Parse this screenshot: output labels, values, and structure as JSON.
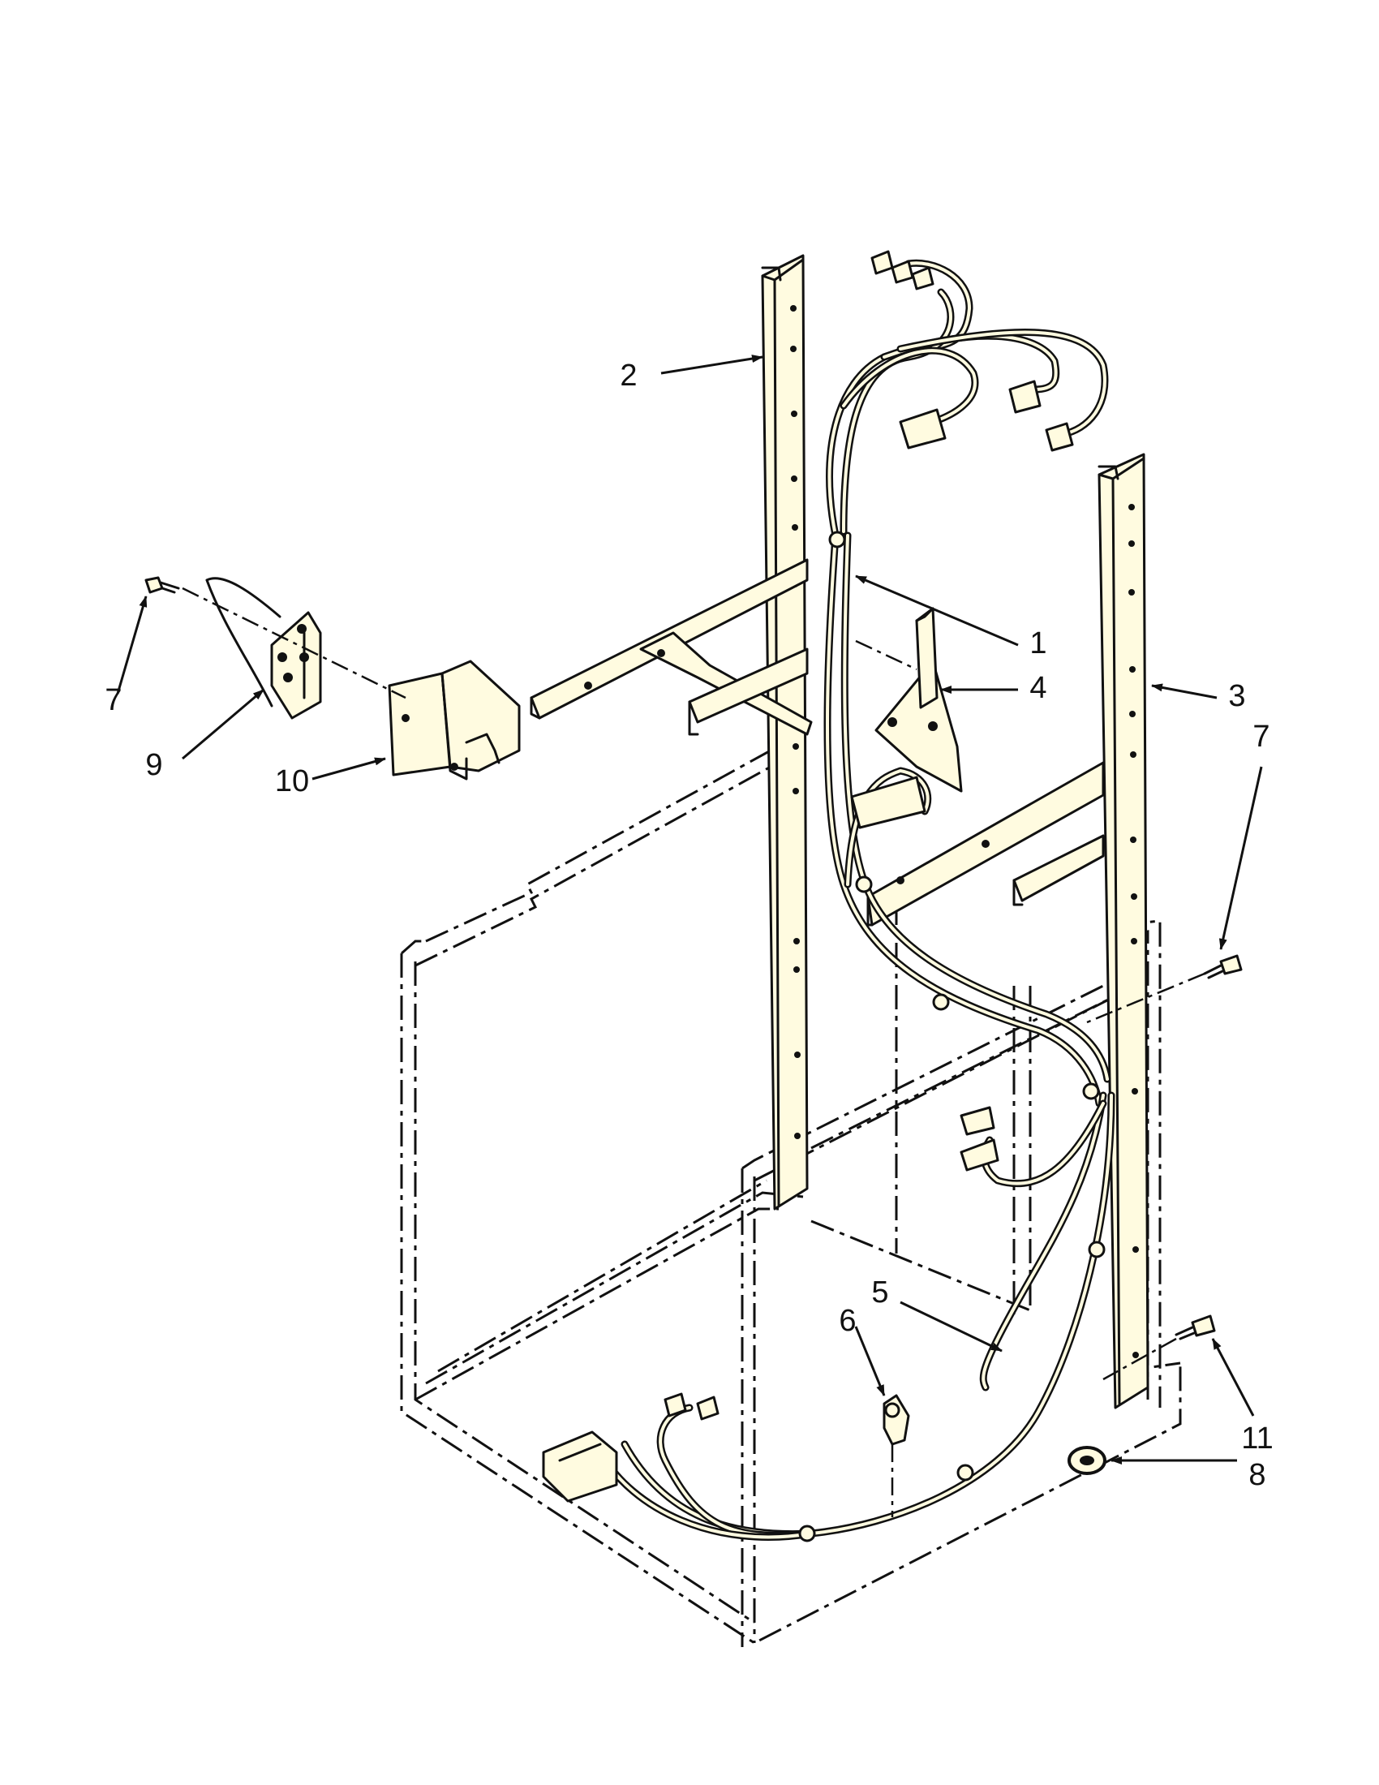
{
  "diagram": {
    "colors": {
      "ink": "#111111",
      "part_fill": "#fffbe0",
      "background": "#ffffff"
    },
    "callouts": [
      {
        "id": "c2",
        "label": "2"
      },
      {
        "id": "c1",
        "label": "1"
      },
      {
        "id": "c4",
        "label": "4"
      },
      {
        "id": "c3",
        "label": "3"
      },
      {
        "id": "c7a",
        "label": "7"
      },
      {
        "id": "c7b",
        "label": "7"
      },
      {
        "id": "c9",
        "label": "9"
      },
      {
        "id": "c10",
        "label": "10"
      },
      {
        "id": "c5",
        "label": "5"
      },
      {
        "id": "c6",
        "label": "6"
      },
      {
        "id": "c11",
        "label": "11"
      },
      {
        "id": "c8",
        "label": "8"
      }
    ]
  }
}
